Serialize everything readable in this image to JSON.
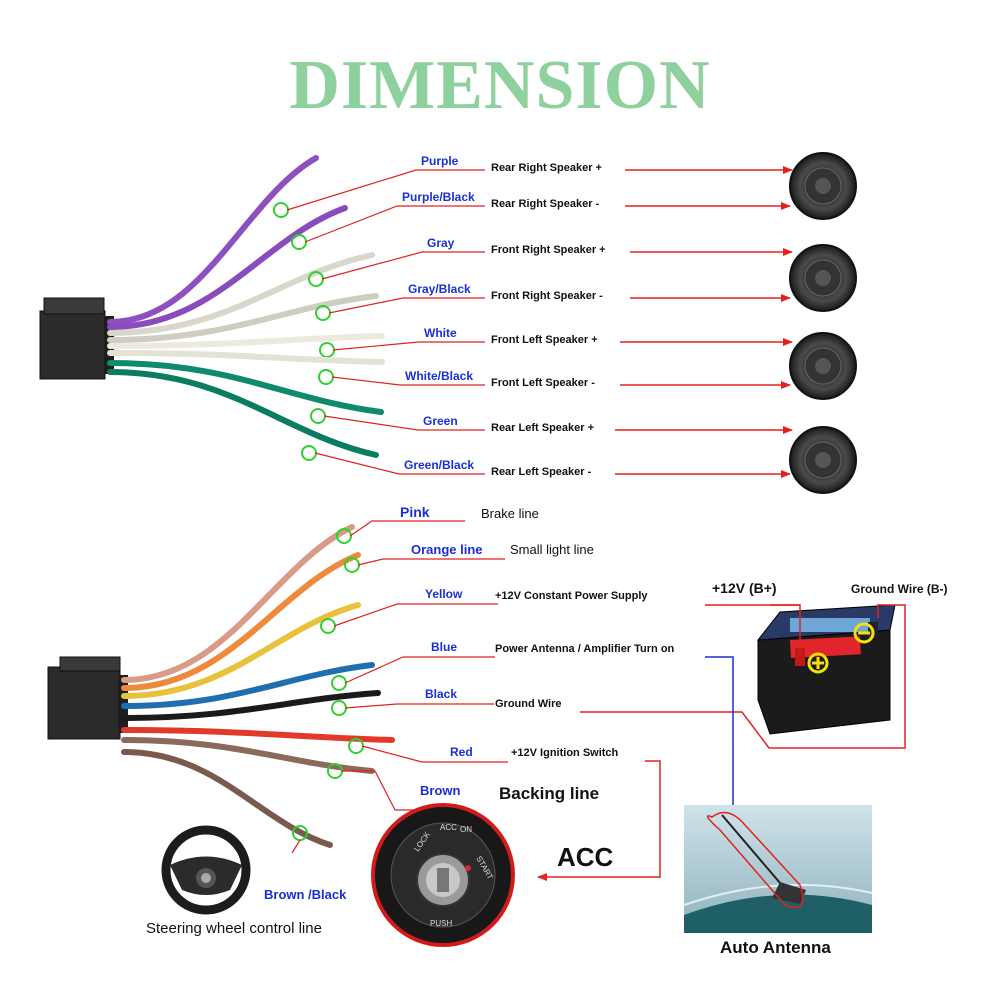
{
  "title": "DIMENSION",
  "top_harness": [
    {
      "color": "Purple",
      "function": "Rear Right Speaker +",
      "wire": "#8e4fc0"
    },
    {
      "color": "Purple/Black",
      "function": "Rear Right Speaker -",
      "wire": "#8a4bbc"
    },
    {
      "color": "Gray",
      "function": "Front Right Speaker +",
      "wire": "#d9d7cc"
    },
    {
      "color": "Gray/Black",
      "function": "Front Right Speaker -",
      "wire": "#cfcdc0"
    },
    {
      "color": "White",
      "function": "Front Left Speaker +",
      "wire": "#ece9df"
    },
    {
      "color": "White/Black",
      "function": "Front Left Speaker -",
      "wire": "#e4e1d6"
    },
    {
      "color": "Green",
      "function": "Rear Left Speaker +",
      "wire": "#0e8a6c"
    },
    {
      "color": "Green/Black",
      "function": "Rear Left Speaker -",
      "wire": "#0a7d60"
    }
  ],
  "bottom_harness": [
    {
      "color": "Pink",
      "function": "Brake line",
      "wire": "#d99a86"
    },
    {
      "color": "Orange line",
      "function": "Small light line",
      "wire": "#ef8a3a"
    },
    {
      "color": "Yellow",
      "function": "+12V Constant Power Supply",
      "wire": "#e8c23a"
    },
    {
      "color": "Blue",
      "function": "Power Antenna / Amplifier Turn on",
      "wire": "#1f6fb0"
    },
    {
      "color": "Black",
      "function": "Ground Wire",
      "wire": "#1a1a1a"
    },
    {
      "color": "Red",
      "function": "+12V  Ignition Switch",
      "wire": "#e23a2a"
    },
    {
      "color": "Brown",
      "function": "Backing line",
      "wire": "#8a6a5a"
    },
    {
      "color": "Brown /Black",
      "function": "Steering wheel control line",
      "wire": "#7a5a4c"
    }
  ],
  "battery": {
    "positive_label": "+12V  (B+)",
    "negative_label": "Ground Wire (B-)"
  },
  "acc_label": "ACC",
  "antenna_caption": "Auto Antenna",
  "ignition_text": {
    "lock": "LOCK",
    "acc": "ACC",
    "on": "ON",
    "start": "START",
    "push": "PUSH"
  },
  "colors": {
    "title": "#8fd19e",
    "label_blue": "#1a2fd6",
    "arrow_red": "#e2221f",
    "circle_green": "#2fd12f"
  }
}
